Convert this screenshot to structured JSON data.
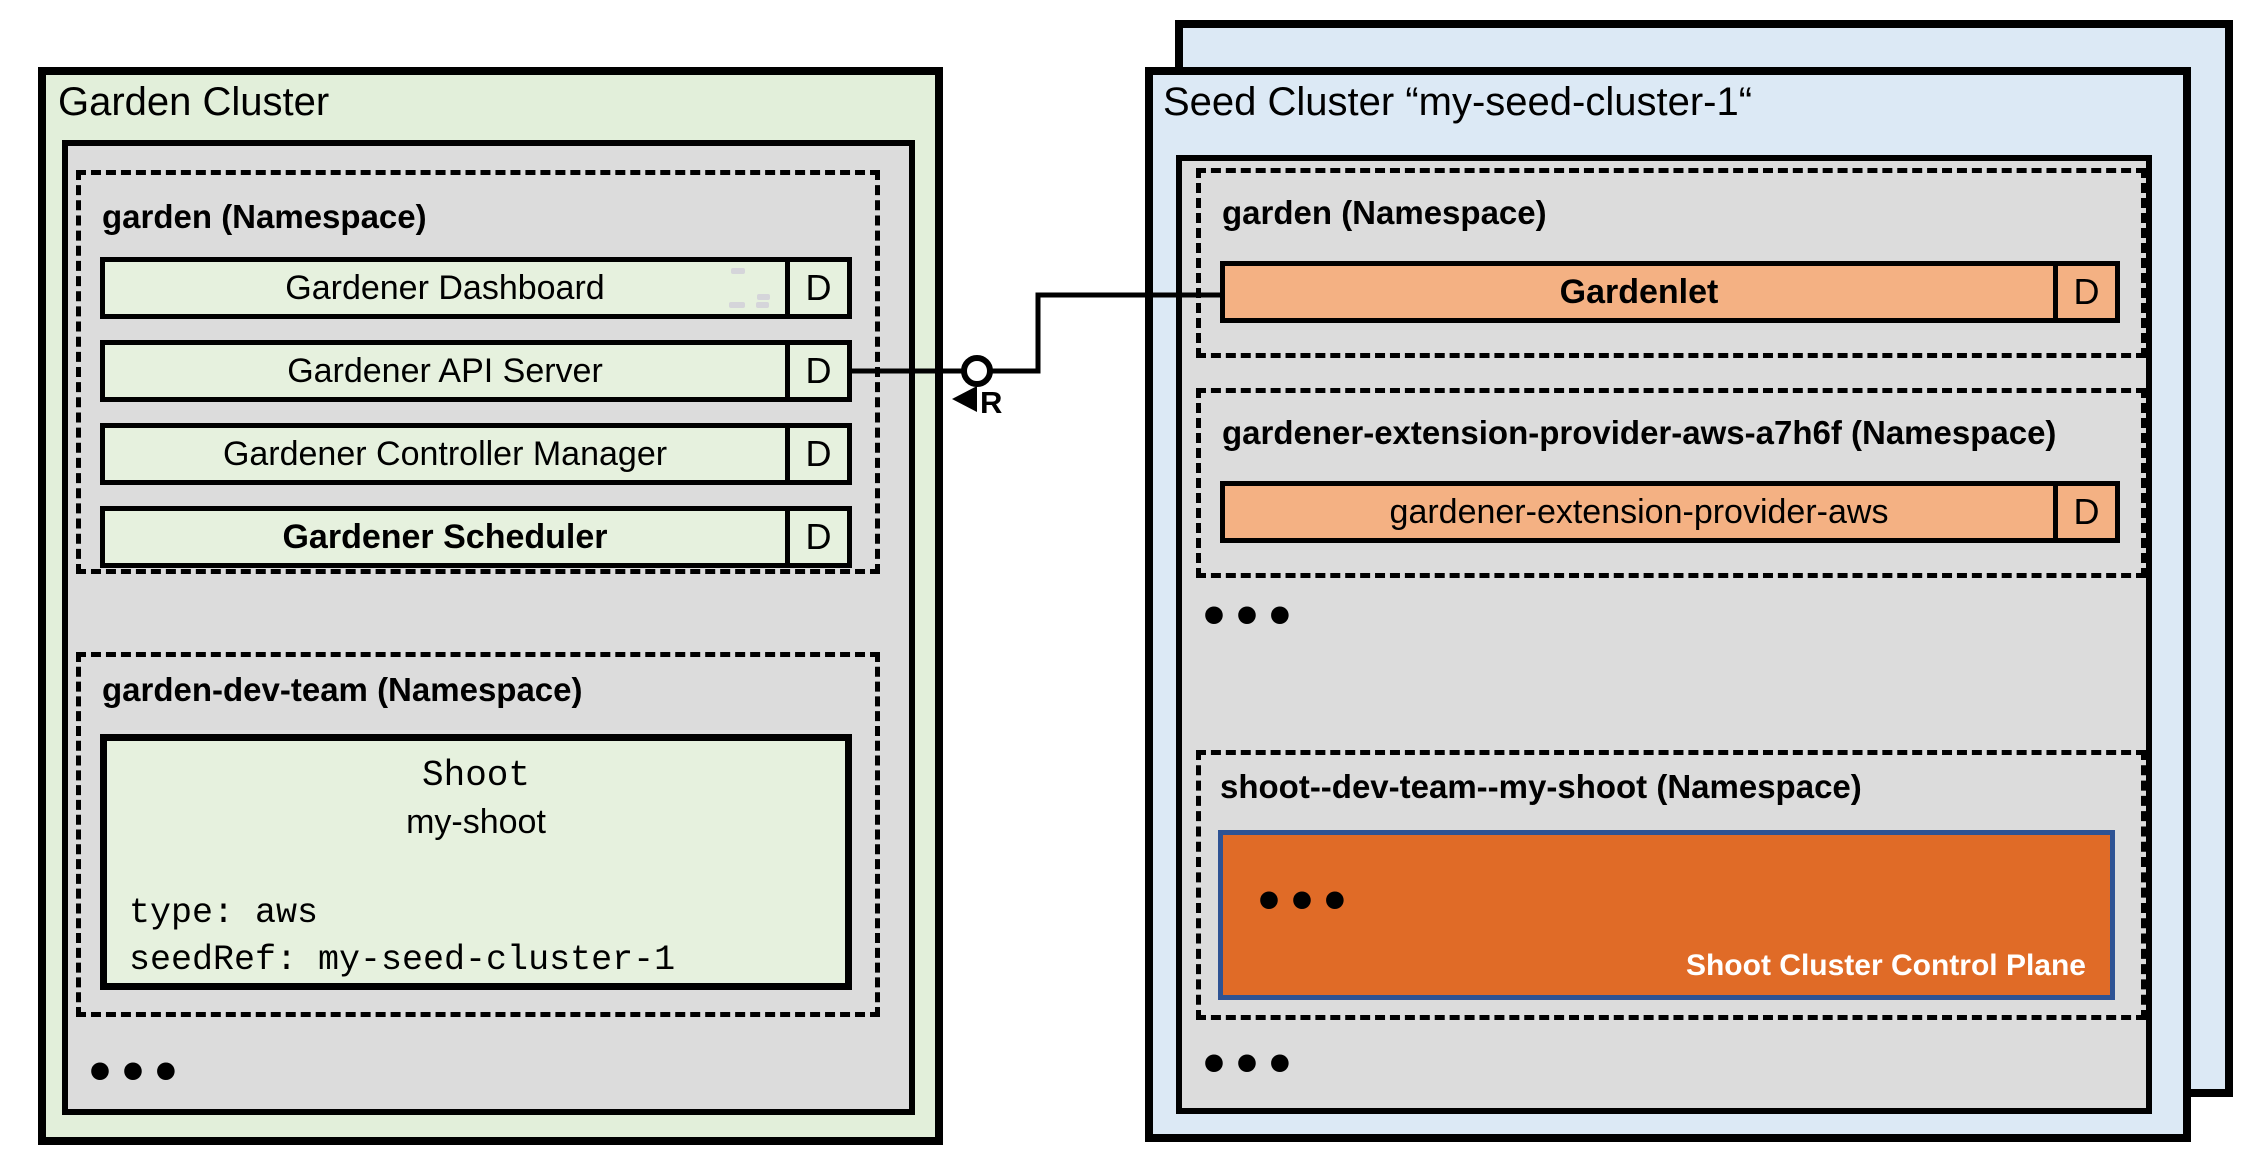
{
  "colors": {
    "garden_bg": "#e2efda",
    "row_green": "#e6f1de",
    "panel_gray": "#dcdcdc",
    "seed_bg": "#dce9f5",
    "component_orange": "#f4b183",
    "control_plane_orange": "#e06b27",
    "control_plane_border": "#2e5394",
    "line_black": "#000000"
  },
  "garden_cluster": {
    "title": "Garden Cluster",
    "namespaces": [
      {
        "label": "garden (Namespace)",
        "components": [
          {
            "name": "Gardener Dashboard",
            "badge": "D"
          },
          {
            "name": "Gardener API Server",
            "badge": "D"
          },
          {
            "name": "Gardener Controller Manager",
            "badge": "D"
          },
          {
            "name": "Gardener Scheduler",
            "badge": "D"
          }
        ]
      },
      {
        "label": "garden-dev-team (Namespace)",
        "resource": {
          "kind": "Shoot",
          "name": "my-shoot",
          "spec": [
            "type: aws",
            "seedRef: my-seed-cluster-1"
          ]
        }
      }
    ],
    "ellipsis": "•••"
  },
  "connector": {
    "interface_label": "R"
  },
  "seed_cluster": {
    "title": "Seed Cluster “my-seed-cluster-1“",
    "namespaces": [
      {
        "label": "garden (Namespace)",
        "components": [
          {
            "name": "Gardenlet",
            "badge": "D"
          }
        ]
      },
      {
        "label": "gardener-extension-provider-aws-a7h6f (Namespace)",
        "components": [
          {
            "name": "gardener-extension-provider-aws",
            "badge": "D"
          }
        ]
      },
      {
        "label": "shoot--dev-team--my-shoot (Namespace)"
      }
    ],
    "control_plane": {
      "ellipsis": "•••",
      "label": "Shoot Cluster Control Plane"
    },
    "ellipsis_middle": "•••",
    "ellipsis_bottom": "•••"
  }
}
